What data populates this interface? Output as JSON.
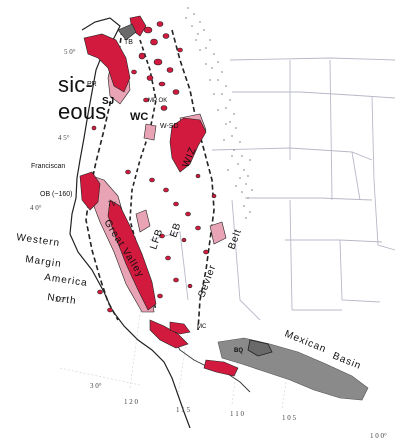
{
  "overlay_title": {
    "line1": "sic-",
    "line2": "eous"
  },
  "colors": {
    "pluton_red": "#d21a3e",
    "pluton_pink": "#e8a3b4",
    "mexican_basin_gray": "#8a8a8a",
    "dot_stipple": "#9a9a9a",
    "outline": "#222222",
    "state_borders": "#b8b8c8"
  },
  "labels": {
    "tb": "TB",
    "pr": "PR",
    "sj": "SJ",
    "mp_ok": "MP OK",
    "wc": "WC",
    "w_sd": "W-SD",
    "wiz": "WIZ",
    "franciscan": "Franciscan",
    "ob": "OB (~160)",
    "tv": "TV",
    "lfb": "LFB",
    "eb": "EB",
    "great_valley": "Great Valley",
    "western": "Western",
    "margin": "Margin",
    "america": "America",
    "north": "North",
    "sevier": "Sevier",
    "belt": "Belt",
    "mexican": "Mexican",
    "basin": "Basin",
    "mc": "MC",
    "bq": "BQ"
  },
  "latitudes": [
    "5 0°",
    "4 5°",
    "4 0°",
    "3 5°",
    "3 0°"
  ],
  "longitudes": [
    "1 2 0",
    "1 1 5",
    "1 1 0",
    "1 0 5",
    "1 0 0°"
  ]
}
